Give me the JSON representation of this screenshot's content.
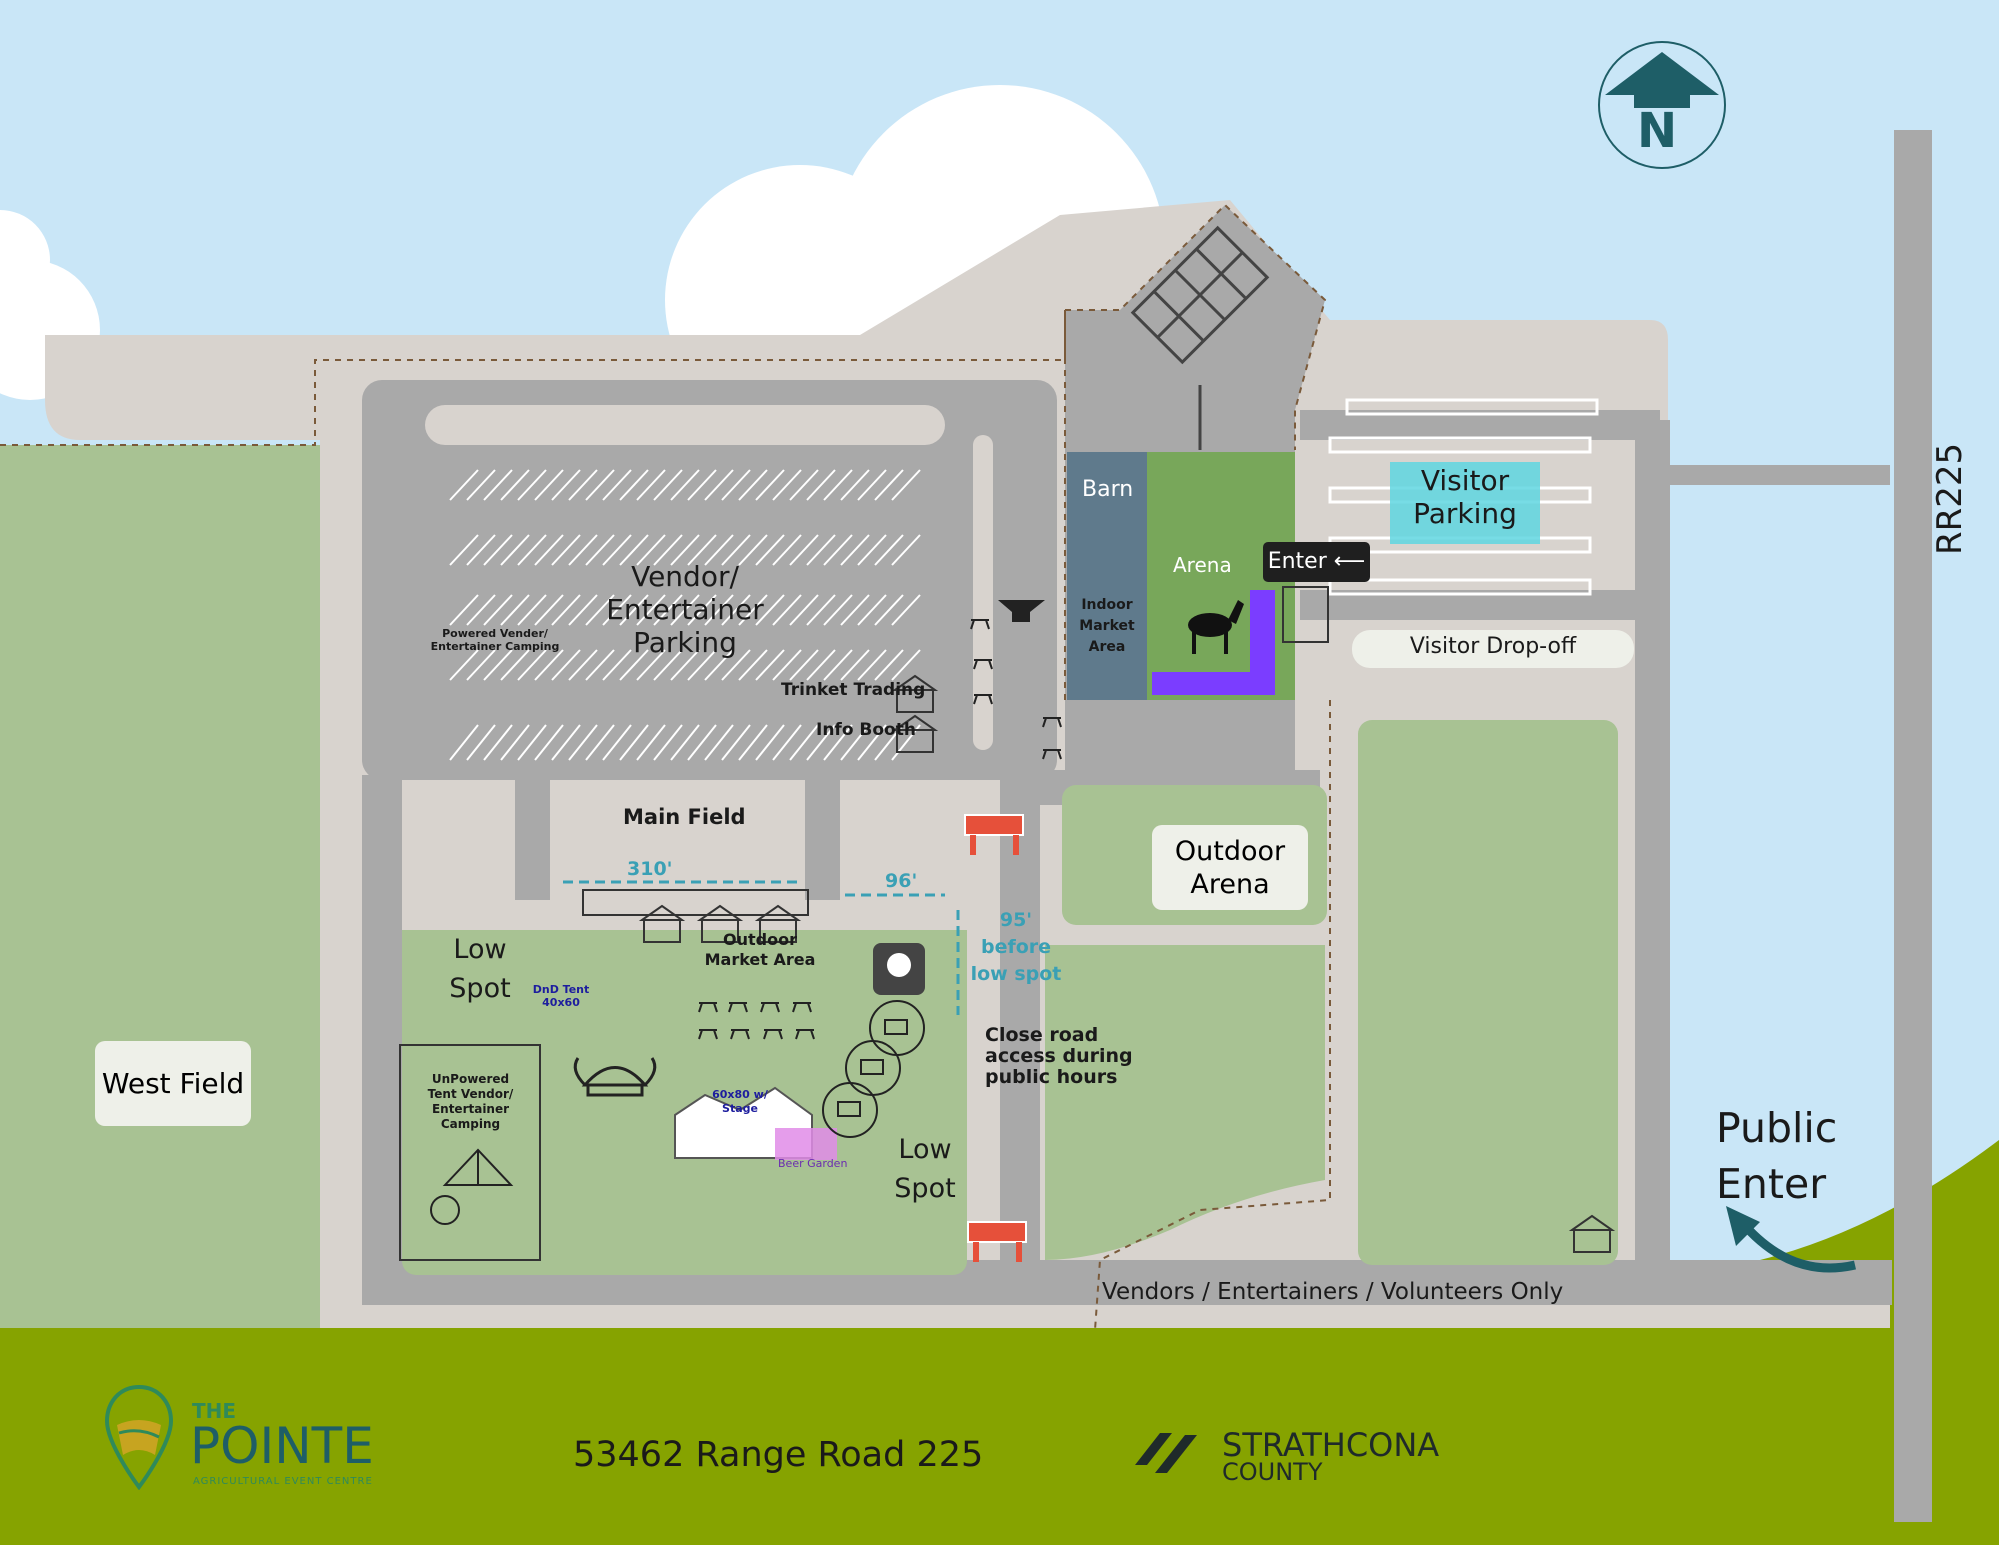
{
  "map": {
    "compass_letter": "N",
    "road_label": "RR225",
    "areas": {
      "vendor_parking": "Vendor/ Entertainer Parking",
      "powered_camping": "Powered Vender/ Entertainer Camping",
      "barn": "Barn",
      "arena": "Arena",
      "indoor_market": "Indoor Market Area",
      "enter": "Enter ⟵",
      "visitor_parking": "Visitor Parking",
      "visitor_dropoff": "Visitor Drop-off",
      "trinket_trading": "Trinket Trading",
      "info_booth": "Info Booth",
      "main_field": "Main Field",
      "outdoor_arena": "Outdoor Arena",
      "outdoor_market": "Outdoor Market Area",
      "low_spot_left": "Low Spot",
      "low_spot_right": "Low Spot",
      "dnd_tent": "DnD Tent 40x60",
      "unpowered_camping": "UnPowered Tent Vendor/ Entertainer Camping",
      "stage_tent": "60x80 w/ Stage",
      "beer_garden": "Beer Garden",
      "close_road": "Close road access during public hours",
      "west_field": "West Field",
      "public_enter": "Public Enter",
      "vendors_only": "Vendors / Entertainers / Volunteers Only"
    },
    "measurements": {
      "dim_310": "310'",
      "dim_96": "96'",
      "before_low_spot": "95' before low spot"
    }
  },
  "footer": {
    "logo_the": "THE",
    "logo_pointe": "POINTE",
    "logo_sub": "AGRICULTURAL EVENT CENTRE",
    "address": "53462 Range Road 225",
    "county_line1": "STRATHCONA",
    "county_line2": "COUNTY"
  },
  "colors": {
    "sky": "#c9e6f7",
    "grass": "#a8c293",
    "ground_band": "#86a300",
    "road": "#a9a9a9",
    "gravel": "#d8d3ce",
    "barn": "#5f7a8c",
    "arena": "#78a75a",
    "visitor_parking_highlight": "#5fd6e0",
    "logo_teal": "#1e5e67"
  },
  "icons": [
    "compass-north-icon",
    "anvil-icon",
    "horse-icon",
    "viking-helmet-icon",
    "knight-icon",
    "food-truck-icon",
    "tent-icon",
    "power-icon",
    "barrier-icon",
    "gazebo-icon",
    "picnic-table-icon",
    "entry-arrow-icon"
  ]
}
